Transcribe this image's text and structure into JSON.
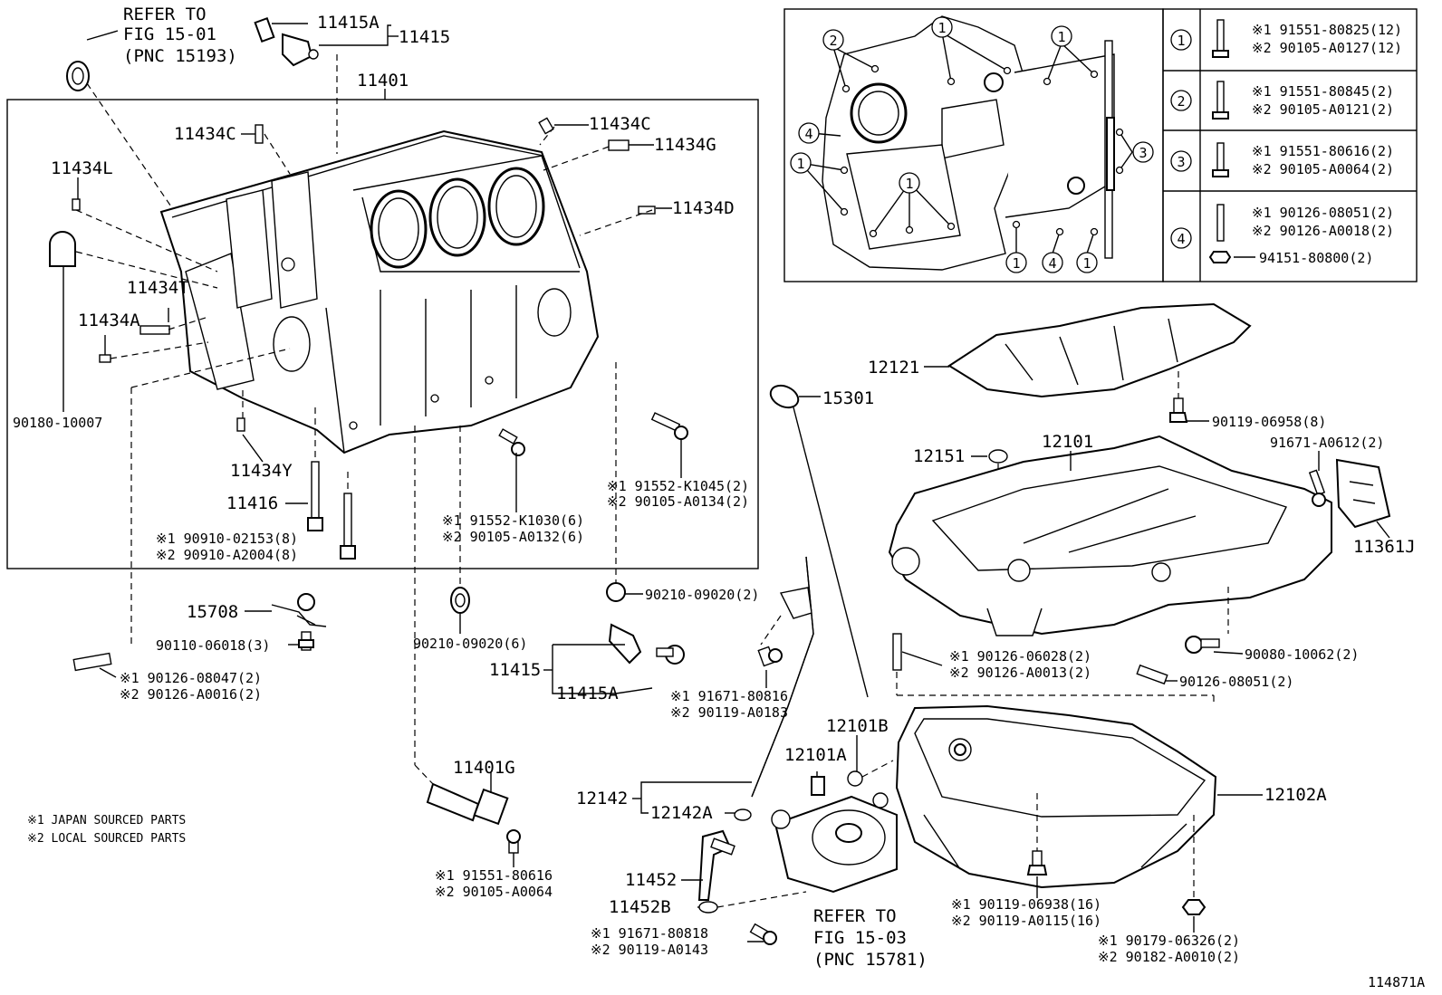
{
  "refs": {
    "fig1501": [
      "REFER TO",
      "FIG 15-01",
      "(PNC 15193)"
    ],
    "fig1503": [
      "REFER TO",
      "FIG 15-03",
      "(PNC 15781)"
    ]
  },
  "labels": {
    "p11415A_top": "11415A",
    "p11415_top": "11415",
    "p11401": "11401",
    "p11434C_left": "11434C",
    "p11434C_right": "11434C",
    "p11434G": "11434G",
    "p11434L": "11434L",
    "p11434D": "11434D",
    "p11434T": "11434T",
    "p11434A": "11434A",
    "p90180": "90180-10007",
    "p11434Y": "11434Y",
    "p11416": "11416",
    "p11416_b1": "※1 90910-02153(8)",
    "p11416_b2": "※2 90910-A2004(8)",
    "p91552_K1030": "※1 91552-K1030(6)",
    "p90105_A0132": "※2 90105-A0132(6)",
    "p91552_K1045": "※1 91552-K1045(2)",
    "p90105_A0134": "※2 90105-A0134(2)",
    "p15708": "15708",
    "p90110": "90110-06018(3)",
    "p90126_08047": "※1 90126-08047(2)",
    "p90126_A0016": "※2 90126-A0016(2)",
    "p90210_6": "90210-09020(6)",
    "p90210_2": "90210-09020(2)",
    "p11415_bot": "11415",
    "p11415A_bot": "11415A",
    "p91671_80816": "※1 91671-80816",
    "p90119_A0183": "※2 90119-A0183",
    "p11401G": "11401G",
    "p91551_80616": "※1 91551-80616",
    "p90105_A0064": "※2 90105-A0064",
    "note1": "※1 JAPAN SOURCED PARTS",
    "note2": "※2 LOCAL SOURCED PARTS",
    "p12142": "12142",
    "p12142A": "12142A",
    "p11452": "11452",
    "p11452B": "11452B",
    "p91671_80818": "※1 91671-80818",
    "p90119_A0143": "※2 90119-A0143",
    "p15301": "15301",
    "p12121": "12121",
    "p90119_06958": "90119-06958(8)",
    "p12151": "12151",
    "p12101": "12101",
    "p91671_A0612": "91671-A0612(2)",
    "p11361J": "11361J",
    "p90126_06028": "※1 90126-06028(2)",
    "p90126_A0013": "※2 90126-A0013(2)",
    "p90080": "90080-10062(2)",
    "p90126_08051": "90126-08051(2)",
    "p12101B": "12101B",
    "p12101A": "12101A",
    "p12102A": "12102A",
    "p90119_06938": "※1 90119-06938(16)",
    "p90119_A0115": "※2 90119-A0115(16)",
    "p90179": "※1 90179-06326(2)",
    "p90182": "※2 90182-A0010(2)",
    "footer_id": "114871A"
  },
  "legend_table": {
    "rows": [
      {
        "key": "1",
        "line1": "※1 91551-80825(12)",
        "line2": "※2 90105-A0127(12)"
      },
      {
        "key": "2",
        "line1": "※1 91551-80845(2)",
        "line2": "※2 90105-A0121(2)"
      },
      {
        "key": "3",
        "line1": "※1 91551-80616(2)",
        "line2": "※2 90105-A0064(2)"
      },
      {
        "key": "4",
        "line1": "※1 90126-08051(2)",
        "line2": "※2 90126-A0018(2)",
        "line3": "94151-80800(2)"
      }
    ]
  },
  "inset_markers": [
    "1",
    "2",
    "3",
    "4"
  ]
}
